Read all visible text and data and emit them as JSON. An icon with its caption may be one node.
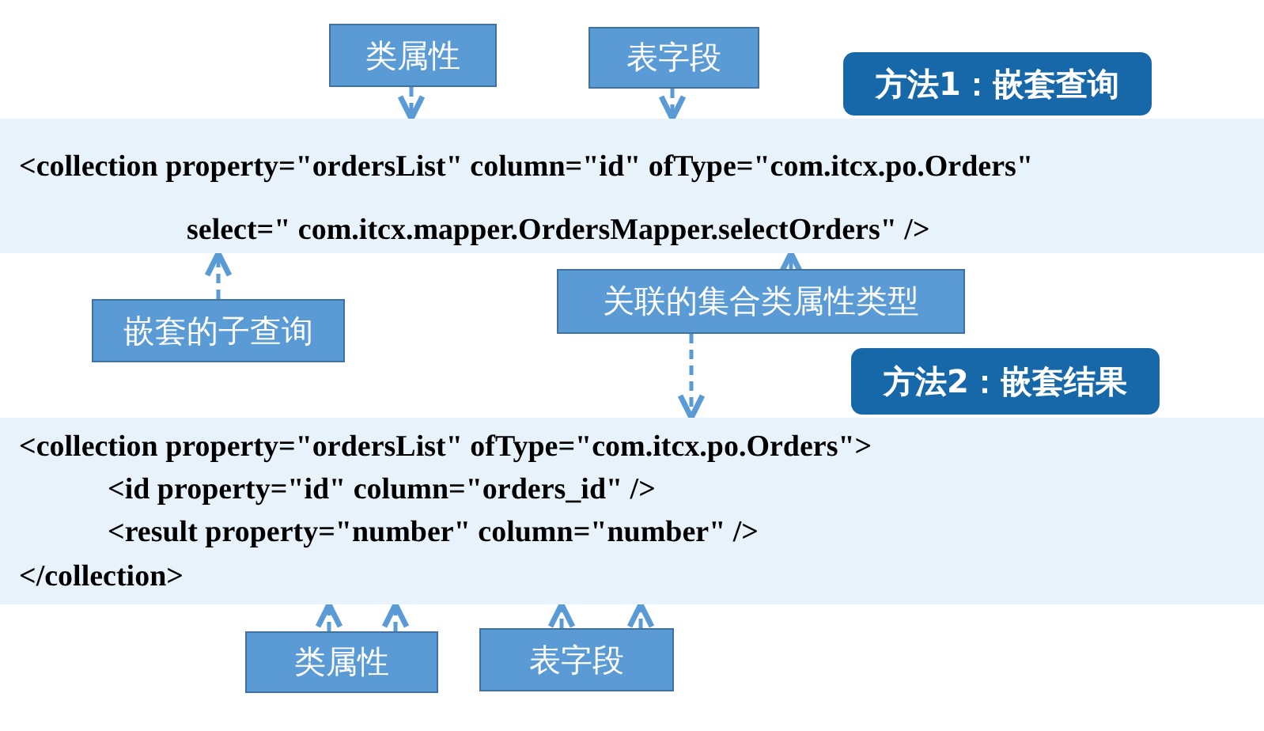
{
  "diagram": {
    "nodes": [
      {
        "text": [
          "类属性"
        ]
      },
      {
        "text": [
          "表字段"
        ]
      },
      {
        "text": [
          "方法1：嵌套查询"
        ]
      },
      {
        "text": [
          "<collection property=\"ordersList\" column=\"id\" ofType=\"com.itcx.po.Orders\"",
          "select=\" com.itcx.mapper.OrdersMapper.selectOrders\" />"
        ]
      },
      {
        "text": [
          "嵌套的子查询"
        ]
      },
      {
        "text": [
          "关联的集合类属性类型"
        ]
      },
      {
        "text": [
          "方法2：嵌套结果"
        ]
      },
      {
        "text": [
          "<collection property=\"ordersList\" ofType=\"com.itcx.po.Orders\">",
          "<id property=\"id\" column=\"orders_id\" />",
          "<result property=\"number\" column=\"number\" />",
          "</collection>"
        ]
      },
      {
        "text": [
          "类属性"
        ]
      },
      {
        "text": [
          "表字段"
        ]
      }
    ],
    "edges": [
      {
        "from": 0,
        "to": 3,
        "arrow": "to"
      },
      {
        "from": 1,
        "to": 3,
        "arrow": "to"
      },
      {
        "from": 4,
        "to": 3,
        "arrow": "to"
      },
      {
        "from": 5,
        "to": 3,
        "arrow": "to"
      },
      {
        "from": 5,
        "to": 7,
        "arrow": "to"
      },
      {
        "from": 8,
        "to": 7,
        "arrow": "to"
      },
      {
        "from": 8,
        "to": 7,
        "arrow": "to"
      },
      {
        "from": 9,
        "to": 7,
        "arrow": "to"
      },
      {
        "from": 9,
        "to": 7,
        "arrow": "to"
      }
    ]
  }
}
